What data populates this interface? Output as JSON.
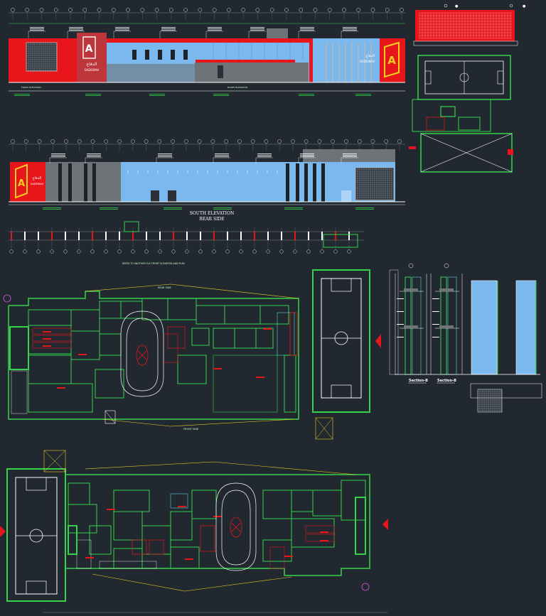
{
  "drawing": {
    "background": "#212830",
    "colors": {
      "red": "#e8161b",
      "blue": "#7ab8ee",
      "wall": "#35d24a",
      "grey": "#6e7378",
      "white": "#ffffff",
      "yellow": "#f0d020",
      "cyan": "#57d7e6",
      "magenta": "#d25ad2",
      "dark": "#15191d"
    },
    "labels": {
      "south_elevation": "SOUTH ELEVATION",
      "rear_side": "REAR SIDE",
      "section_b1": "Section-B",
      "section_b2": "Section-B",
      "arabic_brand": "الدفاع",
      "brand_en": "DADEWAH",
      "brand_en_2": "DADEWAH",
      "logo_letters": "A",
      "logo_letters_2": "A",
      "logo_letters_3": "A",
      "refer_note": "REFER TO ANOTHER FILE FRONT ELEVATION AND PLAN",
      "front_side": "FRONT SIDE",
      "rear_side_plan": "REAR SIDE",
      "front_elevation": "FRONT ELEVATION",
      "north_elevation": "NORTH ELEVATION"
    }
  }
}
